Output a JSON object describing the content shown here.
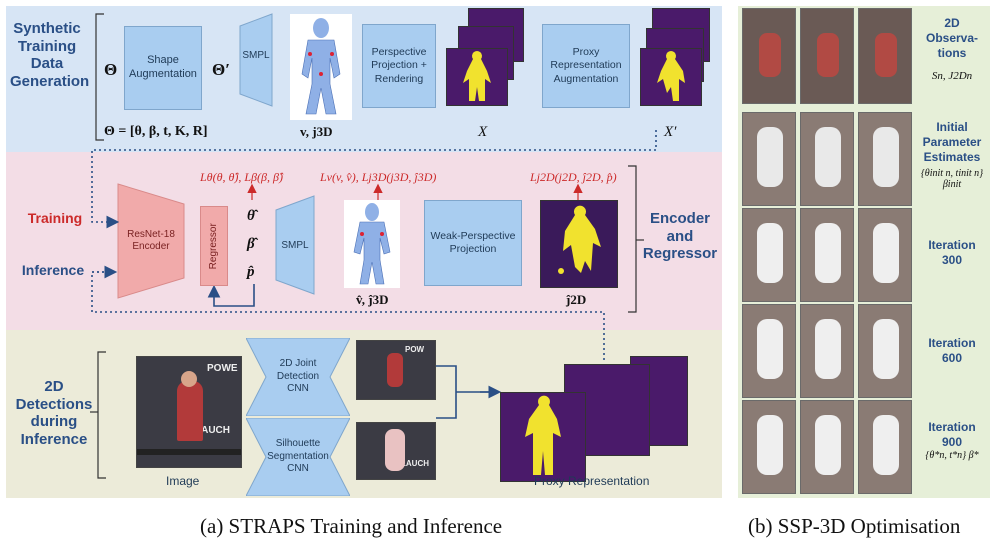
{
  "left_panel": {
    "sections": {
      "synthetic": "Synthetic Training Data Generation",
      "training": "Training",
      "inference": "Inference",
      "encoder_regressor": "Encoder and Regressor",
      "detections": "2D Detections during Inference"
    },
    "row1": {
      "theta": "Θ",
      "shape_aug": "Shape Augmentation",
      "theta_prime": "Θ′",
      "smpl": "SMPL",
      "persp": "Perspective Projection + Rendering",
      "proxy_aug": "Proxy Representation Augmentation",
      "theta_def": "Θ = [θ, β, t, K, R]",
      "verts": "v, j3D",
      "x": "X",
      "x_prime": "X′"
    },
    "row2": {
      "loss_pose": "Lθ(θ, θ̂), Lβ(β, β̂)",
      "loss_verts": "Lv(v, v̂), Lj3D(j3D, ĵ3D)",
      "loss_j2d": "Lj2D(j2D, ĵ2D, p̂)",
      "resnet": "ResNet-18 Encoder",
      "regressor": "Regressor",
      "theta_hat": "θ̂",
      "beta_hat": "β̂",
      "p_hat": "p̂",
      "smpl": "SMPL",
      "weak_persp": "Weak-Perspective Projection",
      "verts_hat": "v̂, ĵ3D",
      "j2d_hat": "ĵ2D"
    },
    "row3": {
      "joint_cnn": "2D Joint Detection CNN",
      "sil_cnn": "Silhouette Segmentation CNN",
      "image": "Image",
      "proxy": "Proxy Representation",
      "powe": "POWE",
      "lauch": "LAUCH",
      "pow": "POW"
    },
    "caption": "(a) STRAPS Training and Inference"
  },
  "right_panel": {
    "labels": [
      {
        "title": "2D Observa-tions",
        "sub": "Sn, J2Dn"
      },
      {
        "title": "Initial Parameter Estimates",
        "sub": "{θinit n, tinit n} βinit"
      },
      {
        "title": "Iteration 300",
        "sub": ""
      },
      {
        "title": "Iteration 600",
        "sub": ""
      },
      {
        "title": "Iteration 900",
        "sub": "{θ*n, t*n} β*"
      }
    ],
    "caption": "(b) SSP-3D Optimisation"
  },
  "colors": {
    "band_top": "#d7e5f5",
    "band_mid": "#f3dde6",
    "band_bot": "#ecebd9",
    "box_blue": "#a9cdf0",
    "box_red": "#f1aaaa",
    "purple": "#4a1a6a",
    "yellow": "#f1e22e",
    "title_blue": "#2a4f86",
    "red": "#cc2a2a"
  }
}
